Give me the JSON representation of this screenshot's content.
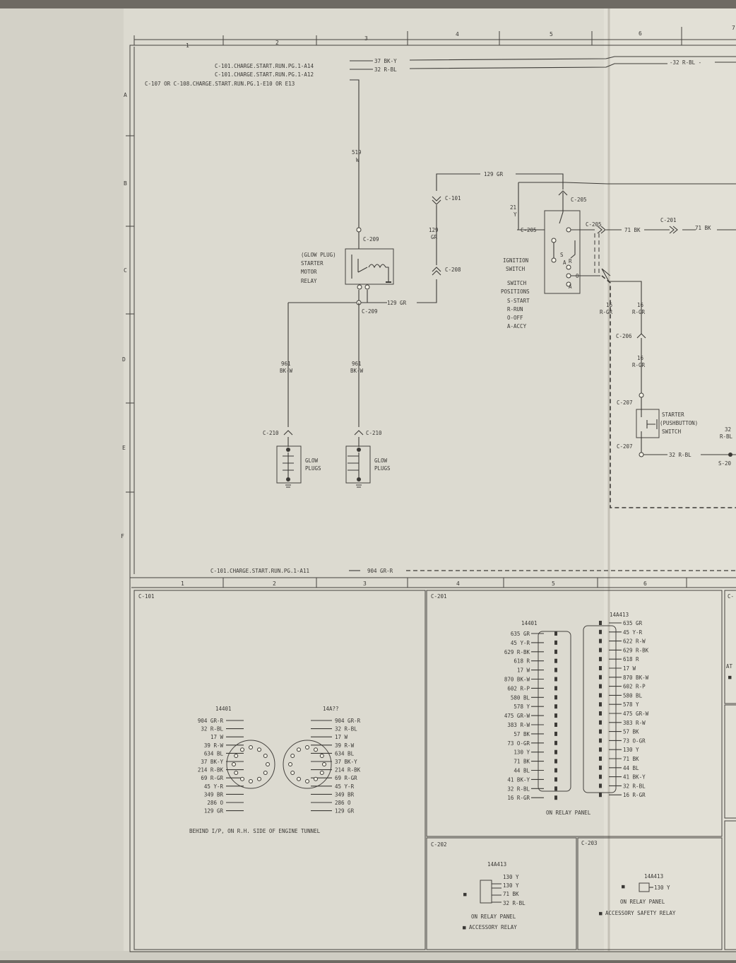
{
  "grid": {
    "cols_top": [
      "1",
      "2",
      "3",
      "4",
      "5",
      "6",
      "7"
    ],
    "cols_bottom": [
      "1",
      "2",
      "3",
      "4",
      "5",
      "6"
    ],
    "rows": [
      "A",
      "B",
      "C",
      "D",
      "E",
      "F"
    ]
  },
  "refs": {
    "r1": "C-101.CHARGE.START.RUN.PG.1-A14",
    "r2": "C-101.CHARGE.START.RUN.PG.1-A12",
    "r3": "C-107 OR C-108.CHARGE.START.RUN.PG.1-E10 OR E13",
    "r4": "C-101.CHARGE.START.RUN.PG.1-A11"
  },
  "wires": {
    "w37": "37 BK-Y",
    "w32": "32 R-BL",
    "w32b": "-32 R-BL -",
    "w519": "519",
    "w519c": "W",
    "w129_top": "129 GR",
    "w129v": "129",
    "w129vc": "GR",
    "w129_low": "129 GR",
    "w21": "21",
    "w21c": "Y",
    "w71a": "71 BK",
    "w71b": "71 BK",
    "w16a": "16",
    "w16ac": "R-GR",
    "w16b": "16",
    "w16bc": "R-GR",
    "w16c": "16",
    "w16cc": "R-GR",
    "w961a": "961",
    "w961ac": "BK-W",
    "w961b": "961",
    "w961bc": "BK-W",
    "w32e": "32 R-BL",
    "w32r": "32",
    "w32rc": "R-BL",
    "w904": "904 GR-R"
  },
  "connectors": {
    "c101": "C-101",
    "c208": "C-208",
    "c209a": "C-209",
    "c209b": "C-209",
    "c205a": "C-205",
    "c205b": "C-205",
    "c205c": "C-205",
    "c201": "C-201",
    "c206": "C-206",
    "c207a": "C-207",
    "c207b": "C-207",
    "c210a": "C-210",
    "c210b": "C-210",
    "s20": "S-20"
  },
  "components": {
    "relay": [
      "(GLOW PLUG)",
      "STARTER",
      "MOTOR",
      "RELAY"
    ],
    "ignition": [
      "IGNITION",
      "SWITCH"
    ],
    "positions": [
      "SWITCH",
      "POSITIONS",
      "S-START",
      "R-RUN",
      "O-OFF",
      "A-ACCY"
    ],
    "starter_sw": [
      "STARTER",
      "(PUSHBUTTON)",
      "SWITCH"
    ],
    "glow": [
      "GLOW",
      "PLUGS"
    ],
    "glow2": [
      "GLOW",
      "PLUGS"
    ],
    "sw_letters": [
      "S",
      "A",
      "R",
      "O",
      "A"
    ]
  },
  "panels": {
    "c101": {
      "title": "C-101",
      "left_part": "14401",
      "right_part": "14A??",
      "left_pins": [
        "904 GR-R",
        "32 R-BL",
        "17 W",
        "39 R-W",
        "634 BL",
        "37 BK-Y",
        "214 R-BK",
        "69 R-GR",
        "45 Y-R",
        "349 BR",
        "286 O",
        "129 GR"
      ],
      "right_pins": [
        "904 GR-R",
        "32 R-BL",
        "17 W",
        "39 R-W",
        "634 BL",
        "37 BK-Y",
        "214 R-BK",
        "69 R-GR",
        "45 Y-R",
        "349 BR",
        "286 O",
        "129 GR"
      ],
      "caption": "BEHIND I/P, ON R.H. SIDE OF ENGINE TUNNEL"
    },
    "c201": {
      "title": "C-201",
      "left_part": "14401",
      "right_part": "14A413",
      "left_pins": [
        "635 GR",
        "45 Y-R",
        "629 R-BK",
        "618 R",
        "17 W",
        "870 BK-W",
        "602 R-P",
        "580 BL",
        "578 Y",
        "475 GR-W",
        "383 R-W",
        "57 BK",
        "73 O-GR",
        "130 Y",
        "71 BK",
        "44 BL",
        "41 BK-Y",
        "32 R-BL",
        "16 R-GR"
      ],
      "right_pins": [
        "635 GR",
        "45 Y-R",
        "622 R-W",
        "629 R-BK",
        "618 R",
        "17 W",
        "870 BK-W",
        "602 R-P",
        "580 BL",
        "578 Y",
        "475 GR-W",
        "383 R-W",
        "57 BK",
        "73 O-GR",
        "130 Y",
        "71 BK",
        "44 BL",
        "41 BK-Y",
        "32 R-BL",
        "16 R-GR"
      ],
      "caption": "ON RELAY PANEL"
    },
    "c202": {
      "title": "C-202",
      "part": "14A413",
      "pins": [
        "130 Y",
        "130 Y",
        "71 BK",
        "32 R-BL"
      ],
      "star": "■",
      "caption": "ON RELAY PANEL",
      "note": "■ ACCESSORY RELAY"
    },
    "c203": {
      "title": "C-203",
      "part": "14A413",
      "pins": [
        "130 Y"
      ],
      "star": "■",
      "caption": "ON RELAY PANEL",
      "note": "■ ACCESSORY SAFETY RELAY"
    },
    "edge": {
      "c": "C-",
      "at": "AT",
      "mark": "■"
    }
  }
}
